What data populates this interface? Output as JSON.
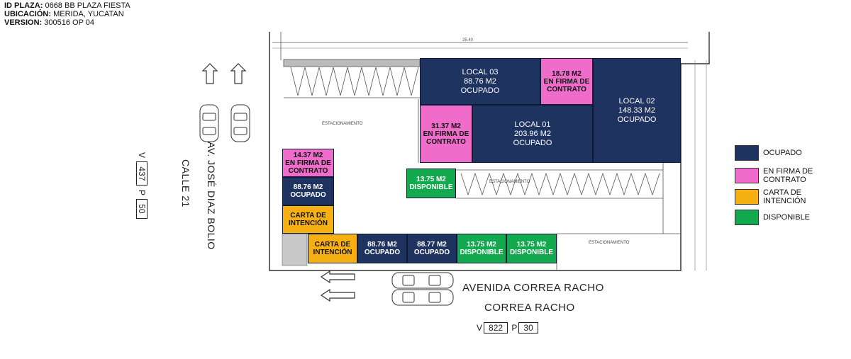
{
  "header": {
    "id_label": "ID PLAZA:",
    "id_value": "0668 BB PLAZA FIESTA",
    "location_label": "UBICACIÓN:",
    "location_value": "MERIDA, YUCATAN",
    "version_label": "VERSION:",
    "version_value": "300516 OP 04"
  },
  "colors": {
    "ocupado": "#1f3361",
    "en_firma": "#f06ccb",
    "carta": "#f7b012",
    "disponible": "#13a94f"
  },
  "units": [
    {
      "text": "LOCAL 03\n88.76 M2\nOCUPADO",
      "status": "ocupado"
    },
    {
      "text": "18.78 M2\nEN FIRMA DE\nCONTRATO",
      "status": "en_firma"
    },
    {
      "text": "LOCAL 02\n148.33 M2\nOCUPADO",
      "status": "ocupado"
    },
    {
      "text": "31.37 M2\nEN FIRMA DE\nCONTRATO",
      "status": "en_firma"
    },
    {
      "text": "LOCAL 01\n203.96 M2\nOCUPADO",
      "status": "ocupado"
    },
    {
      "text": "13.75 M2\nDISPONIBLE",
      "status": "disponible"
    },
    {
      "text": "14.37 M2\nEN FIRMA DE\nCONTRATO",
      "status": "en_firma"
    },
    {
      "text": "88.76 M2\nOCUPADO",
      "status": "ocupado"
    },
    {
      "text": "CARTA DE\nINTENCIÓN",
      "status": "carta"
    },
    {
      "text": "CARTA DE\nINTENCIÓN",
      "status": "carta"
    },
    {
      "text": "88.76 M2\nOCUPADO",
      "status": "ocupado"
    },
    {
      "text": "88.77 M2\nOCUPADO",
      "status": "ocupado"
    },
    {
      "text": "13.75 M2\nDISPONIBLE",
      "status": "disponible"
    },
    {
      "text": "13.75 M2\nDISPONIBLE",
      "status": "disponible"
    }
  ],
  "legend": [
    {
      "label": "OCUPADO",
      "status": "ocupado"
    },
    {
      "label": "EN FIRMA DE\nCONTRATO",
      "status": "en_firma"
    },
    {
      "label": "CARTA DE\nINTENCIÓN",
      "status": "carta"
    },
    {
      "label": "DISPONIBLE",
      "status": "disponible"
    }
  ],
  "streets": {
    "side_street": "AV. JOSÉ DIAZ BOLIO",
    "calle": "CALLE 21",
    "avenue": "AVENIDA CORREA RACHO",
    "correa": "CORREA RACHO"
  },
  "traffic": {
    "calle_v_label": "V",
    "calle_v_value": "437",
    "calle_p_label": "P",
    "calle_p_value": "50",
    "correa_v_label": "V",
    "correa_v_value": "822",
    "correa_p_label": "P",
    "correa_p_value": "30"
  },
  "plan_labels": {
    "parking": "ESTACIONAMIENTO",
    "dimension_top": "25.40"
  }
}
